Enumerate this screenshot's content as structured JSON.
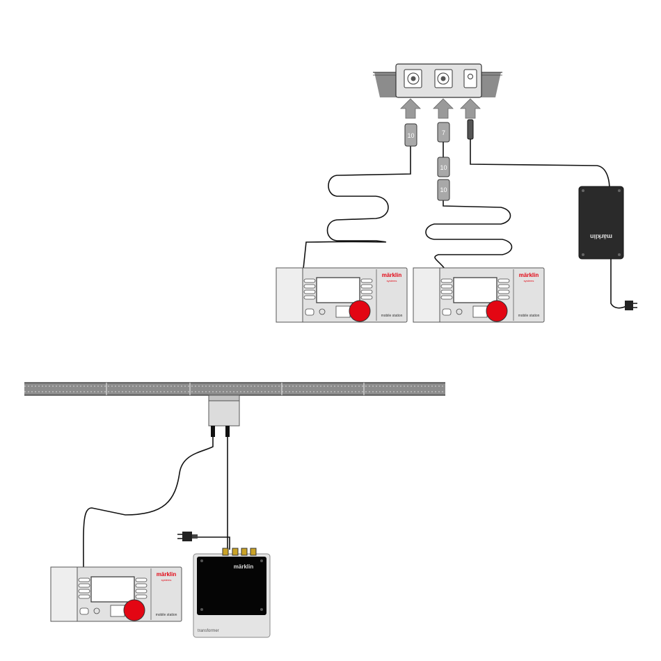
{
  "colors": {
    "track": "#8c8c8c",
    "device_fill": "#e2e2e2",
    "device_stroke": "#555555",
    "knob": "#e30613",
    "brand": "#e30613",
    "arrow": "#9a9a9a",
    "cable": "#111111",
    "power_supply": "#2a2a2a",
    "connector_gold": "#c9a227"
  },
  "top_setup": {
    "plug_labels": [
      "10",
      "7",
      "10",
      "10"
    ],
    "power_supply_brand": "märklin",
    "stations": [
      {
        "brand": "märklin",
        "subbrand": "systems",
        "name": "mobile station"
      },
      {
        "brand": "märklin",
        "subbrand": "systems",
        "name": "mobile station"
      }
    ]
  },
  "bottom_setup": {
    "station": {
      "brand": "märklin",
      "subbrand": "systems",
      "name": "mobile station"
    },
    "transformer": {
      "brand": "märklin",
      "name": "transformer"
    }
  }
}
